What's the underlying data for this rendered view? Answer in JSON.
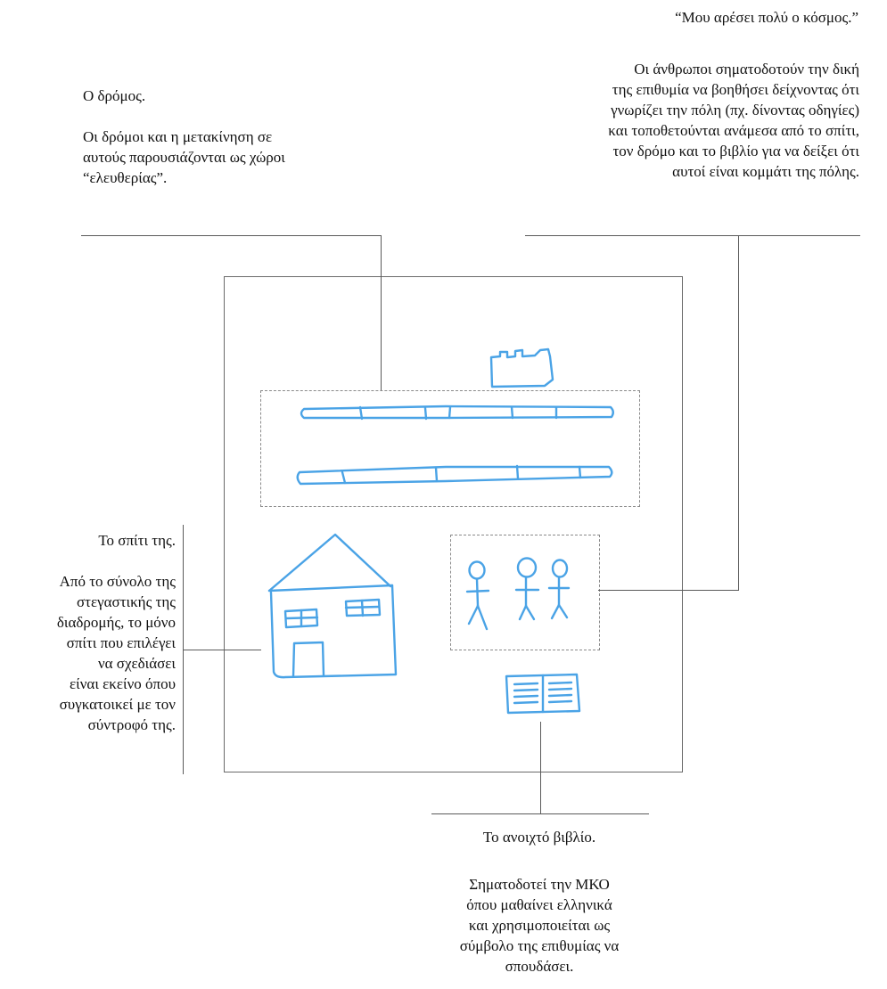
{
  "quote": "“Μου αρέσει πολύ ο κόσμος.”",
  "people_annotation": {
    "lines": [
      "Οι άνθρωποι σηματοδοτούν την δική",
      "της επιθυμία να βοηθήσει δείχνοντας ότι",
      "γνωρίζει την πόλη (πχ. δίνοντας οδηγίες)",
      "και τοποθετούνται ανάμεσα από το σπίτι,",
      "τον δρόμο και το βιβλίο για να δείξει ότι",
      "αυτοί είναι κομμάτι της πόλης."
    ]
  },
  "road_annotation": {
    "title": "Ο δρόμος.",
    "lines": [
      "Οι δρόμοι και η μετακίνηση σε",
      "αυτούς παρουσιάζονται ως χώροι",
      "“ελευθερίας”."
    ]
  },
  "house_annotation": {
    "title": "Το σπίτι της.",
    "lines": [
      "Από το σύνολο της",
      "στεγαστικής της",
      "διαδρομής, το μόνο",
      "σπίτι που επιλέγει",
      "να σχεδιάσει",
      "είναι εκείνο όπου",
      "συγκατοικεί με τον",
      "σύντροφό της."
    ]
  },
  "book_annotation": {
    "title": "Το ανοιχτό βιβλίο.",
    "lines": [
      "Σηματοδοτεί την ΜΚΟ",
      "όπου μαθαίνει ελληνικά",
      "και χρησιμοποιείται ως",
      "σύμβολο της επιθυμίας να",
      "σπουδάσει."
    ]
  },
  "colors": {
    "sketch": "#4aa3e6",
    "leader_line": "#5a5a5a",
    "frame": "#6a6a6a",
    "text": "#111111"
  }
}
